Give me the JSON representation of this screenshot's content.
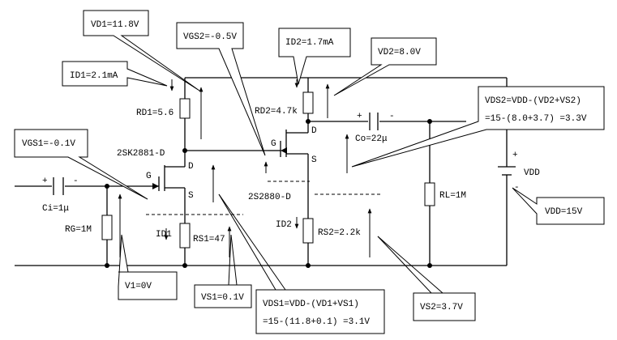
{
  "callouts": {
    "vd1": "VD1=11.8V",
    "id1": "ID1=2.1mA",
    "vgs2": "VGS2=-0.5V",
    "id2": "ID2=1.7mA",
    "vd2": "VD2=8.0V",
    "vgs1": "VGS1=-0.1V",
    "vds2_line1": "VDS2=VDD-(VD2+VS2)",
    "vds2_line2": "=15-(8.0+3.7) =3.3V",
    "vdd": "VDD=15V",
    "v1": "V1=0V",
    "vs1": "VS1=0.1V",
    "vds1_line1": "VDS1=VDD-(VD1+VS1)",
    "vds1_line2": "=15-(11.8+0.1) =3.1V",
    "vs2": "VS2=3.7V"
  },
  "components": {
    "rd1": "RD1=5.6",
    "rd2": "RD2=4.7k",
    "rs1": "RS1=47",
    "rs2": "RS2=2.2k",
    "rg": "RG=1M",
    "rl": "RL=1M",
    "ci": "Ci=1μ",
    "co": "Co=22μ",
    "vdd_label": "VDD",
    "q1_part": "2SK2881-D",
    "q2_part": "2S2880-D",
    "id1_label": "ID1",
    "id2_label": "ID2"
  },
  "pins": {
    "gate": "G",
    "drain": "D",
    "source": "S"
  },
  "polarity": {
    "plus": "+",
    "minus": "-"
  }
}
